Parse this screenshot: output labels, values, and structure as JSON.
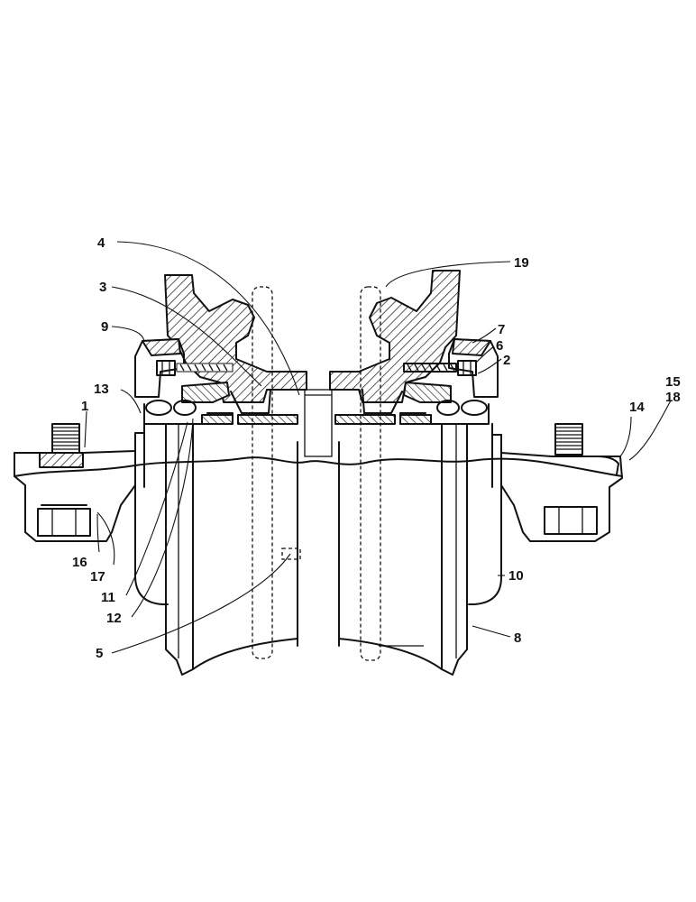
{
  "figure": {
    "callouts": [
      {
        "id": "c4",
        "text": "4"
      },
      {
        "id": "c19",
        "text": "19"
      },
      {
        "id": "c3",
        "text": "3"
      },
      {
        "id": "c9",
        "text": "9"
      },
      {
        "id": "c7",
        "text": "7"
      },
      {
        "id": "c6",
        "text": "6"
      },
      {
        "id": "c2",
        "text": "2"
      },
      {
        "id": "c13",
        "text": "13"
      },
      {
        "id": "c15",
        "text": "15"
      },
      {
        "id": "c18",
        "text": "18"
      },
      {
        "id": "c1",
        "text": "1"
      },
      {
        "id": "c14",
        "text": "14"
      },
      {
        "id": "c16",
        "text": "16"
      },
      {
        "id": "c17",
        "text": "17"
      },
      {
        "id": "c10",
        "text": "10"
      },
      {
        "id": "c11",
        "text": "11"
      },
      {
        "id": "c12",
        "text": "12"
      },
      {
        "id": "c8",
        "text": "8"
      },
      {
        "id": "c5",
        "text": "5"
      }
    ]
  }
}
